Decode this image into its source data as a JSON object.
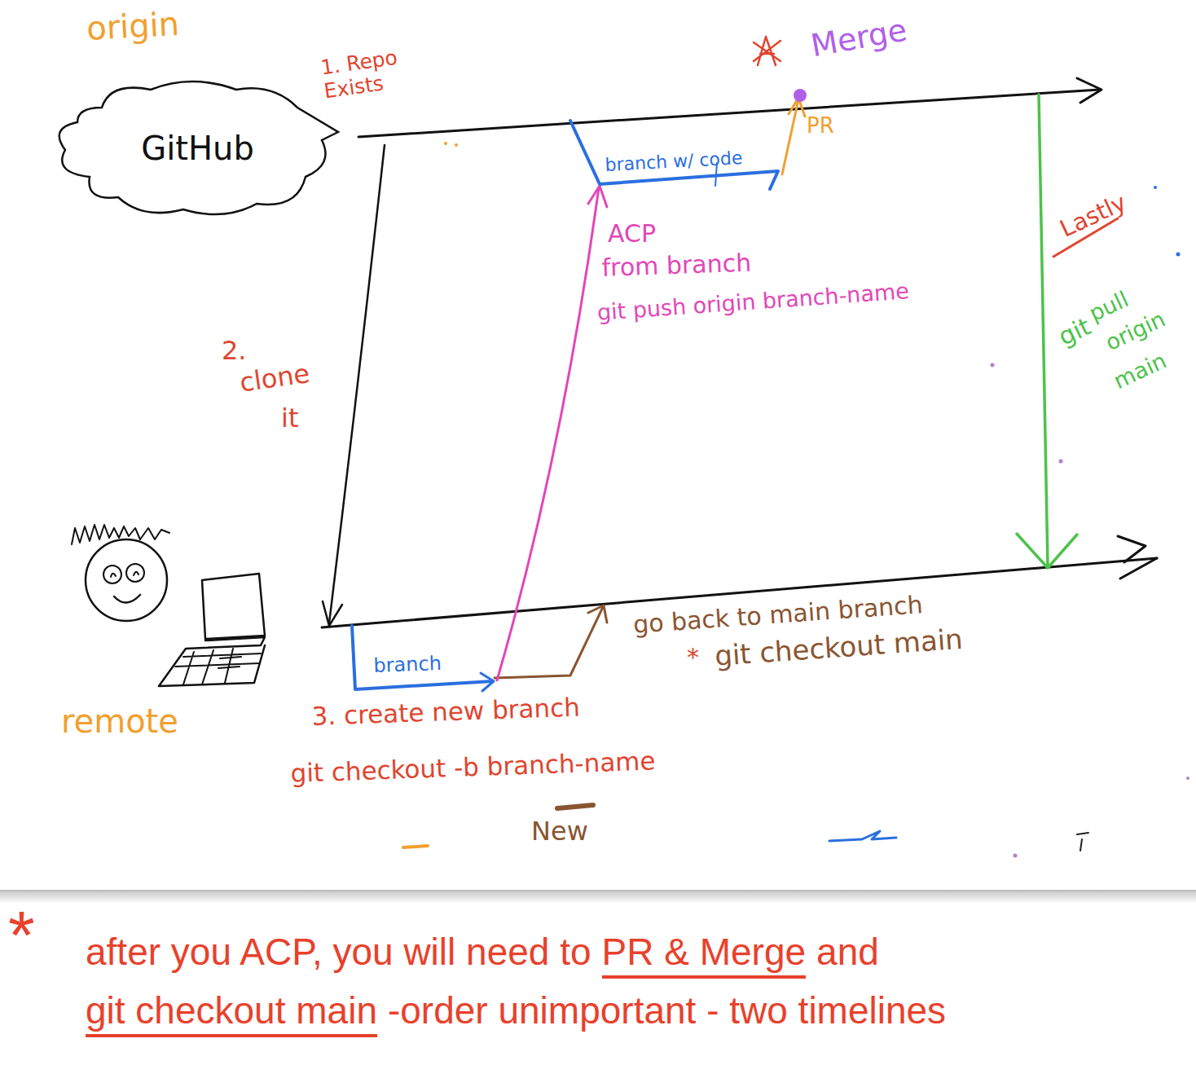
{
  "diagram": {
    "nodes": [
      {
        "text": [
          "GitHub"
        ]
      }
    ],
    "labels": [
      "origin",
      "1. Repo Exists",
      "Merge",
      "PR",
      "branch w/ code",
      "ACP",
      "from branch",
      "git push origin branch-name",
      "Lastly",
      "git",
      "pull",
      "origin",
      "main",
      "2.",
      "clone",
      "it",
      "remote",
      "branch",
      "go back to main branch",
      "*",
      "git checkout main",
      "3. create new branch",
      "git checkout -b branch-name",
      "New",
      "*",
      "after you ACP, you will need to",
      "PR & Merge",
      "and",
      "git checkout main",
      "-order unimportant  - two timelines"
    ]
  }
}
